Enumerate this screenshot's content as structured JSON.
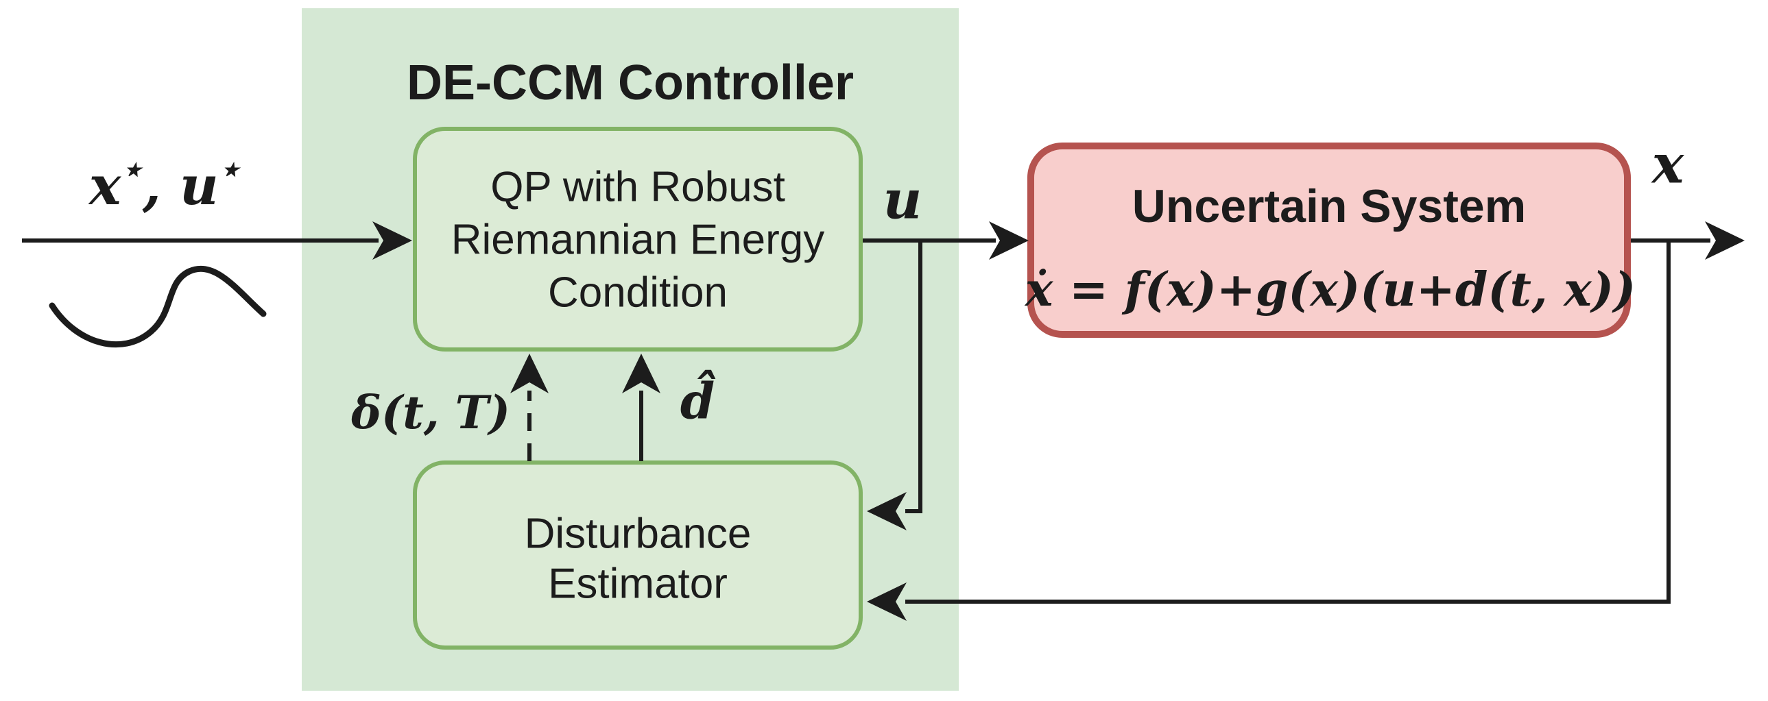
{
  "figure": {
    "panel": {
      "title": "DE-CCM Controller"
    },
    "blocks": {
      "qp": {
        "lines": [
          "QP with Robust",
          "Riemannian Energy",
          "Condition"
        ]
      },
      "estimator": {
        "lines": [
          "Disturbance",
          "Estimator"
        ]
      },
      "plant": {
        "title": "Uncertain System",
        "equation": "ẋ = f(x)+g(x)(u+d(t, x))"
      }
    },
    "labels": {
      "reference_base1": "x",
      "reference_sup1": "⋆",
      "reference_base2": ", u",
      "reference_sup2": "⋆",
      "control": "u",
      "state": "x",
      "disturbance_estimate": "d̂",
      "prediction_bound": "δ(t, T)"
    },
    "colors": {
      "background": "#ffffff",
      "panel_fill": "#d5e8d4",
      "block_fill": "#dcebd6",
      "block_stroke": "#82b366",
      "plant_fill": "#f8cecc",
      "plant_stroke": "#b5534f",
      "ink": "#1c1c1c"
    }
  }
}
